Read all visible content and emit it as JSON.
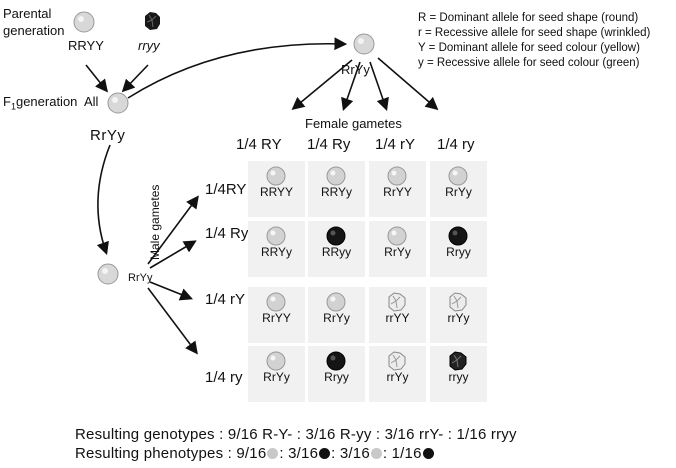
{
  "legend": [
    "R = Dominant allele for seed shape (round)",
    "r =  Recessive allele for seed shape (wrinkled)",
    "Y =  Dominant allele for seed colour (yellow)",
    "y = Recessive allele for seed colour (green)"
  ],
  "parental": {
    "label_line1": "Parental",
    "label_line2": "generation",
    "left_genotype": "RRYY",
    "right_genotype": "rryy"
  },
  "f1": {
    "label_prefix": "F",
    "label_sub": "1",
    "label_suffix": "generation",
    "all_label": "All",
    "genotype": "RrYy"
  },
  "self_cross_genotype": "RrYy",
  "male_plant_genotype": "RrYy",
  "female_gametes_title": "Female gametes",
  "male_gametes_title": "Male gametes",
  "female_gametes": [
    "1/4 RY",
    "1/4 Ry",
    "1/4 rY",
    "1/4 ry"
  ],
  "male_gametes": [
    "1/4RY",
    "1/4 Ry",
    "1/4 rY",
    "1/4 ry"
  ],
  "grid": [
    [
      {
        "g": "RRYY",
        "phenotype": "round-yellow"
      },
      {
        "g": "RRYy",
        "phenotype": "round-yellow"
      },
      {
        "g": "RrYY",
        "phenotype": "round-yellow"
      },
      {
        "g": "RrYy",
        "phenotype": "round-yellow"
      }
    ],
    [
      {
        "g": "RRYy",
        "phenotype": "round-yellow"
      },
      {
        "g": "RRyy",
        "phenotype": "round-green"
      },
      {
        "g": "RrYy",
        "phenotype": "round-yellow"
      },
      {
        "g": "Rryy",
        "phenotype": "round-green"
      }
    ],
    [
      {
        "g": "RrYY",
        "phenotype": "round-yellow"
      },
      {
        "g": "RrYy",
        "phenotype": "round-yellow"
      },
      {
        "g": "rrYY",
        "phenotype": "wrinkled-yellow"
      },
      {
        "g": "rrYy",
        "phenotype": "wrinkled-yellow"
      }
    ],
    [
      {
        "g": "RrYy",
        "phenotype": "round-yellow"
      },
      {
        "g": "Rryy",
        "phenotype": "round-green"
      },
      {
        "g": "rrYy",
        "phenotype": "wrinkled-yellow"
      },
      {
        "g": "rryy",
        "phenotype": "wrinkled-green"
      }
    ]
  ],
  "summary": {
    "genotypes": "Resulting genotypes : 9/16 R-Y- : 3/16 R-yy : 3/16 rrY- : 1/16 rryy",
    "phenotypes_label": "Resulting phenotypes : ",
    "phenotype_ratios": [
      {
        "ratio": "9/16",
        "color": "#c8c8c8",
        "sep": ": "
      },
      {
        "ratio": "3/16",
        "color": "#111111",
        "sep": ": "
      },
      {
        "ratio": "3/16",
        "color": "#c8c8c8",
        "sep": ": "
      },
      {
        "ratio": "1/16",
        "color": "#111111",
        "sep": ""
      }
    ]
  },
  "colors": {
    "yellow_seed": "#d2d2d2",
    "green_seed": "#151515",
    "cell_bg": "#f1f1f1"
  }
}
